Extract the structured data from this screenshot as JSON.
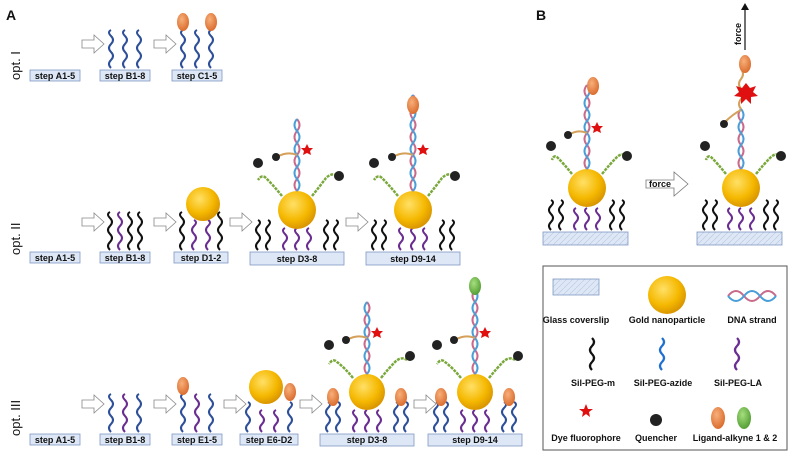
{
  "panels": {
    "a": "A",
    "b": "B"
  },
  "options": {
    "opt1": "opt. I",
    "opt2": "opt. II",
    "opt3": "opt. III"
  },
  "steps": {
    "a15": "step A1-5",
    "b18": "step B1-8",
    "c15": "step C1-5",
    "d12": "step D1-2",
    "d38": "step D3-8",
    "d914": "step D9-14",
    "e15": "step E1-5",
    "e6d2": "step E6-D2"
  },
  "force": {
    "label": "force"
  },
  "legend": {
    "glass": "Glass coverslip",
    "gold": "Gold nanoparticle",
    "dna": "DNA strand",
    "silm": "Sil-PEG-m",
    "silazide": "Sil-PEG-azide",
    "silla": "Sil-PEG-LA",
    "dye": "Dye fluorophore",
    "quencher": "Quencher",
    "ligand": "Ligand-alkyne 1 & 2"
  },
  "colors": {
    "black_peg": "#111111",
    "blue_peg": "#2e4f9a",
    "purple_peg": "#6a2d91",
    "gold": "#f5b800",
    "ligand1": "#e8843e",
    "ligand2": "#6cb84a",
    "dye": "#e01010",
    "glass": "#dde7f5"
  }
}
